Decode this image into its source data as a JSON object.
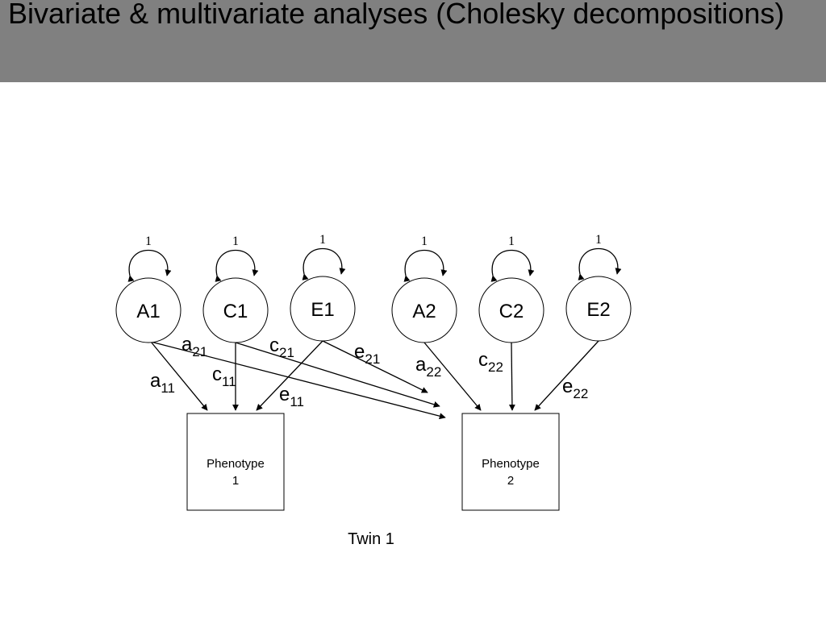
{
  "slide": {
    "title": "Bivariate & multivariate analyses (Cholesky decompositions)"
  },
  "diagram": {
    "variance_label": "1",
    "latent_factors": [
      {
        "id": "A1",
        "label": "A1"
      },
      {
        "id": "C1",
        "label": "C1"
      },
      {
        "id": "E1",
        "label": "E1"
      },
      {
        "id": "A2",
        "label": "A2"
      },
      {
        "id": "C2",
        "label": "C2"
      },
      {
        "id": "E2",
        "label": "E2"
      }
    ],
    "phenotypes": [
      {
        "id": "P1",
        "line1": "Phenotype",
        "line2": "1"
      },
      {
        "id": "P2",
        "line1": "Phenotype",
        "line2": "2"
      }
    ],
    "paths": [
      {
        "id": "a11",
        "from": "A1",
        "to": "P1",
        "base": "a",
        "sub": "11"
      },
      {
        "id": "c11",
        "from": "C1",
        "to": "P1",
        "base": "c",
        "sub": "11"
      },
      {
        "id": "e11",
        "from": "E1",
        "to": "P1",
        "base": "e",
        "sub": "11"
      },
      {
        "id": "a21",
        "from": "A1",
        "to": "P2",
        "base": "a",
        "sub": "21"
      },
      {
        "id": "c21",
        "from": "C1",
        "to": "P2",
        "base": "c",
        "sub": "21"
      },
      {
        "id": "e21",
        "from": "E1",
        "to": "P2",
        "base": "e",
        "sub": "21"
      },
      {
        "id": "a22",
        "from": "A2",
        "to": "P2",
        "base": "a",
        "sub": "22"
      },
      {
        "id": "c22",
        "from": "C2",
        "to": "P2",
        "base": "c",
        "sub": "22"
      },
      {
        "id": "e22",
        "from": "E2",
        "to": "P2",
        "base": "e",
        "sub": "22"
      }
    ],
    "caption": "Twin 1"
  },
  "colors": {
    "title_bar": "#808080",
    "ink": "#000000"
  }
}
